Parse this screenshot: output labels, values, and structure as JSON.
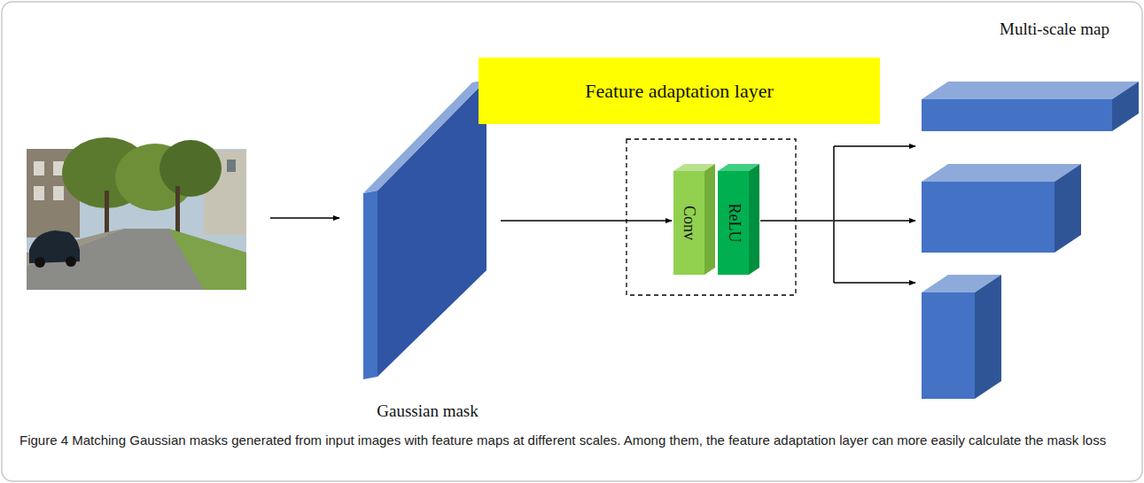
{
  "diagram": {
    "caption": "Figure 4 Matching Gaussian masks generated from input images with feature maps at different scales. Among them, the feature adaptation layer can more easily calculate the mask loss",
    "nodes": [
      {
        "text": [
          "Gaussian mask"
        ]
      },
      {
        "text": [
          "Feature adaptation layer"
        ]
      },
      {
        "text": [
          "Conv"
        ]
      },
      {
        "text": [
          "ReLU"
        ]
      },
      {
        "text": [
          "Multi-scale map"
        ]
      }
    ],
    "edges": [
      {
        "from": 0,
        "to": 2,
        "arrow": "to"
      },
      {
        "from": 3,
        "to": 4,
        "arrow": "none"
      }
    ]
  }
}
